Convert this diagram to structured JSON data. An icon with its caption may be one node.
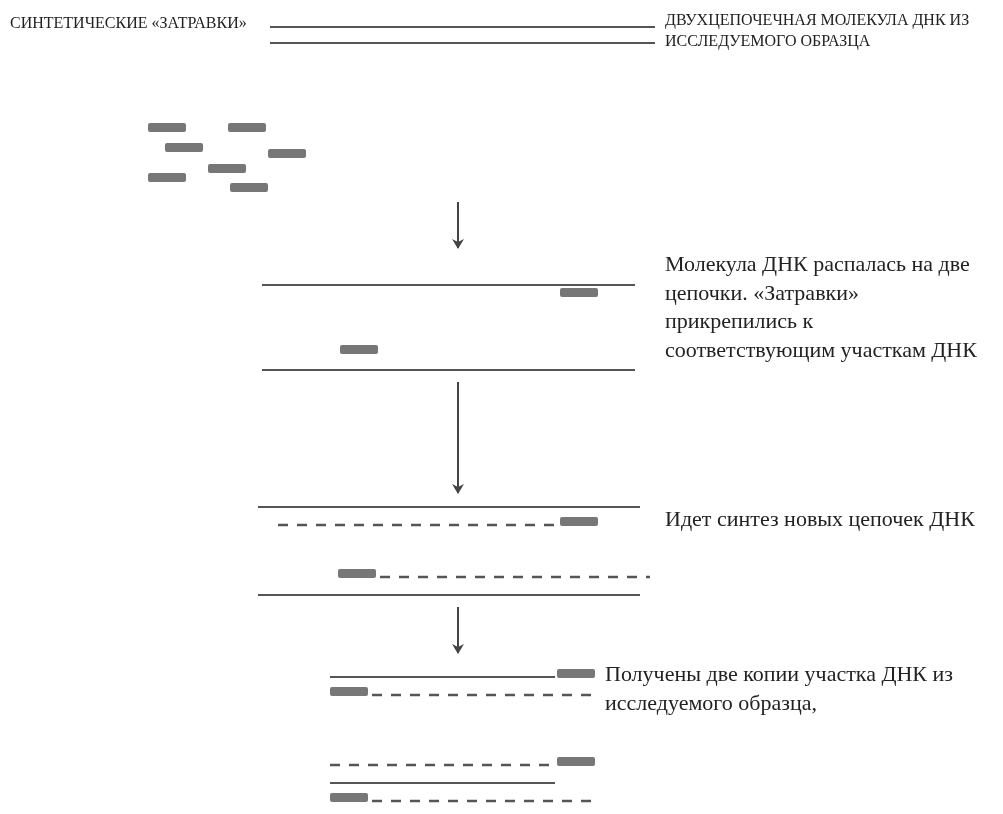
{
  "diagram": {
    "nodes": [
      {
        "text": [
          "СИНТЕТИЧЕСКИЕ «ЗАТРАВКИ»",
          "ДВУХЦЕПОЧЕЧНАЯ МОЛЕКУЛА ДНК ИЗ ИССЛЕДУЕМОГО ОБРАЗЦА"
        ]
      },
      {
        "text": [
          "Молекула ДНК распалась на две цепочки. «Затравки» прикрепились к соответствующим участкам ДНК"
        ]
      },
      {
        "text": [
          "Идет синтез новых цепочек ДНК"
        ]
      },
      {
        "text": [
          "Получены две копии участка ДНК из исследуемого образца,"
        ]
      }
    ],
    "edges": [
      {
        "from": 0,
        "to": 1,
        "arrow": "to"
      },
      {
        "from": 1,
        "to": 2,
        "arrow": "to"
      },
      {
        "from": 2,
        "to": 3,
        "arrow": "to"
      }
    ]
  }
}
